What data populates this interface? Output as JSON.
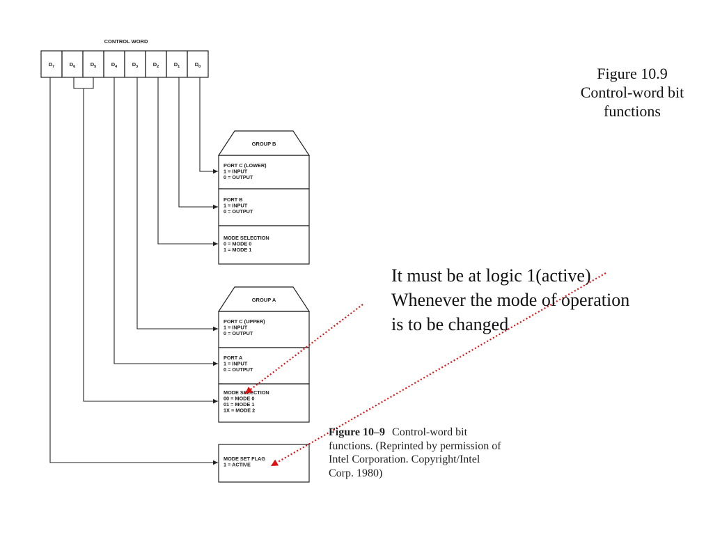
{
  "control_word": {
    "title": "CONTROL WORD",
    "bits": [
      {
        "name": "D",
        "sub": "7"
      },
      {
        "name": "D",
        "sub": "6"
      },
      {
        "name": "D",
        "sub": "5"
      },
      {
        "name": "D",
        "sub": "4"
      },
      {
        "name": "D",
        "sub": "3"
      },
      {
        "name": "D",
        "sub": "2"
      },
      {
        "name": "D",
        "sub": "1"
      },
      {
        "name": "D",
        "sub": "0"
      }
    ]
  },
  "group_b": {
    "title": "GROUP B",
    "boxes": [
      {
        "lines": [
          "PORT C (LOWER)",
          "1 = INPUT",
          "0 = OUTPUT"
        ]
      },
      {
        "lines": [
          "PORT B",
          "1 = INPUT",
          "0 = OUTPUT"
        ]
      },
      {
        "lines": [
          "MODE SELECTION",
          "0 = MODE 0",
          "1 = MODE 1"
        ]
      }
    ]
  },
  "group_a": {
    "title": "GROUP A",
    "boxes": [
      {
        "lines": [
          "PORT C (UPPER)",
          "1 = INPUT",
          "0 = OUTPUT"
        ]
      },
      {
        "lines": [
          "PORT A",
          "1 = INPUT",
          "0 = OUTPUT"
        ]
      },
      {
        "lines": [
          "MODE SELECTION",
          "00 = MODE 0",
          "01 = MODE 1",
          "1X = MODE 2"
        ]
      }
    ]
  },
  "mode_set_flag": {
    "lines": [
      "MODE SET FLAG",
      "1 = ACTIVE"
    ]
  },
  "figure_label": [
    "Figure 10.9",
    "Control-word bit",
    "functions"
  ],
  "note": [
    "It must be at logic 1(active)",
    "Whenever the mode of operation",
    "is to be changed"
  ],
  "caption": {
    "figure_no": "Figure 10–9",
    "first_line": "Control-word bit",
    "lines": [
      "functions. (Reprinted by permission of",
      "Intel Corporation. Copyright/Intel",
      "Corp. 1980)"
    ]
  },
  "colors": {
    "ink": "#222222",
    "annotation_arrow": "#e01010"
  }
}
